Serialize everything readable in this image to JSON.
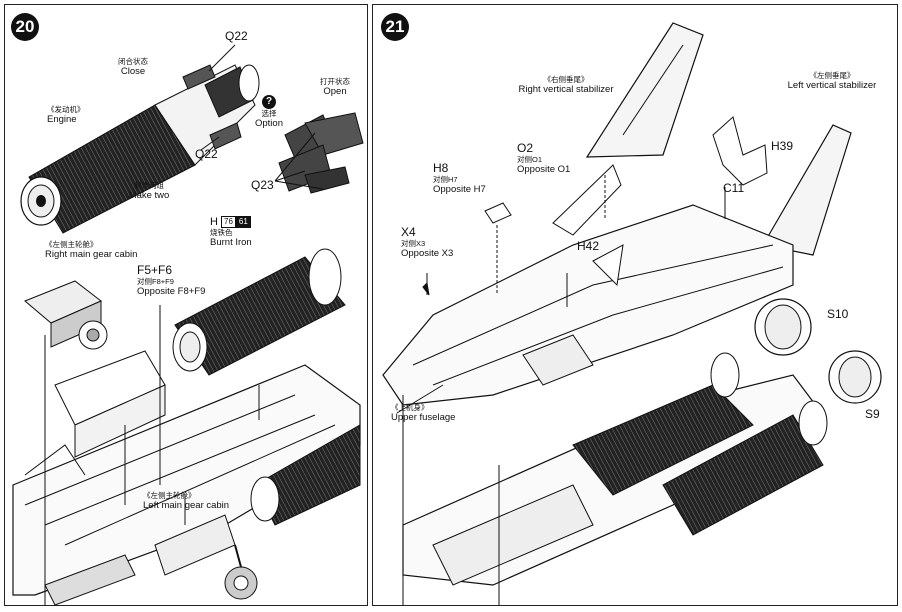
{
  "step20": {
    "number": "20",
    "q22_top": "Q22",
    "q22_bottom": "Q22",
    "q23": "Q23",
    "close_cn": "闭合状态",
    "close_en": "Close",
    "open_cn": "打开状态",
    "open_en": "Open",
    "option_symbol": "?",
    "option_cn": "选择",
    "option_en": "Option",
    "engine_cn": "《发动机》",
    "engine_en": "Engine",
    "make_two_cn": "制作两组",
    "make_two_en": "Make two",
    "paint_letter": "H",
    "paint_code_a": "76",
    "paint_code_b": "61",
    "paint_cn": "烧铁色",
    "paint_en": "Burnt Iron",
    "right_cabin_cn": "《左侧主轮舱》",
    "right_cabin_en": "Right main gear cabin",
    "f5f6": "F5+F6",
    "f5f6_opposite_cn": "对侧F8+F9",
    "f5f6_opposite_en": "Opposite F8+F9",
    "left_cabin_cn": "《左侧主轮舱》",
    "left_cabin_en": "Left main gear cabin"
  },
  "step21": {
    "number": "21",
    "right_stab_cn": "《右侧垂尾》",
    "right_stab_en": "Right vertical stabilizer",
    "left_stab_cn": "《左侧垂尾》",
    "left_stab_en": "Left vertical stabilizer",
    "o2": "O2",
    "o2_opposite_cn": "对侧O1",
    "o2_opposite_en": "Opposite O1",
    "h8": "H8",
    "h8_opposite_cn": "对侧H7",
    "h8_opposite_en": "Opposite H7",
    "x4": "X4",
    "x4_opposite_cn": "对侧X3",
    "x4_opposite_en": "Opposite X3",
    "h39": "H39",
    "c11": "C11",
    "h42": "H42",
    "s10": "S10",
    "s9": "S9",
    "upper_fuselage_cn": "《上机身》",
    "upper_fuselage_en": "Upper fuselage"
  }
}
